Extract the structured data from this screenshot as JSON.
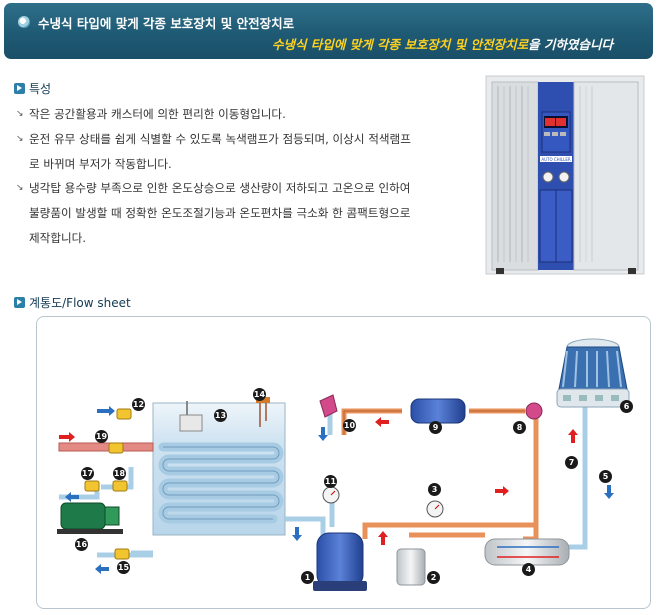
{
  "header": {
    "title": "수냉식 타입에 맞게 각종 보호장치 및 안전장치로",
    "subtitle_highlight": "수냉식 타입에 맞게 각종 보호장치 및 안전장치로",
    "subtitle_rest": "을 기하였습니다"
  },
  "features": {
    "heading": "특성",
    "items": [
      {
        "text": "작은 공간활용과 캐스터에 의한 편리한 이동형입니다."
      },
      {
        "text": "운전 유무 상태를 쉽게 식별할 수 있도록 녹색램프가 점등되며, 이상시 적색램프",
        "cont": "로 바뀌며 부저가 작동합니다."
      },
      {
        "text": "냉각탑 용수량 부족으로 인한 온도상승으로 생산량이 저하되고 고온으로 인하여",
        "cont": "불량품이 발생할 때 정확한 온도조절기능과 온도편차를 극소화 한 콤팩트형으로",
        "cont2": "제작합니다."
      }
    ]
  },
  "product": {
    "panel_label": "AUTO CHILLER"
  },
  "flow": {
    "heading": "계통도/Flow sheet",
    "badges": [
      "1",
      "2",
      "3",
      "4",
      "5",
      "6",
      "7",
      "8",
      "9",
      "10",
      "11",
      "12",
      "13",
      "14",
      "15",
      "16",
      "17",
      "18",
      "19"
    ]
  },
  "colors": {
    "banner": "#1f5a74",
    "accent": "#ffd21f",
    "pipe_hot": "#e07a3a",
    "pipe_cold": "#a8d0e8",
    "arrow_red": "#e02020",
    "arrow_blue": "#2a6fc0"
  }
}
